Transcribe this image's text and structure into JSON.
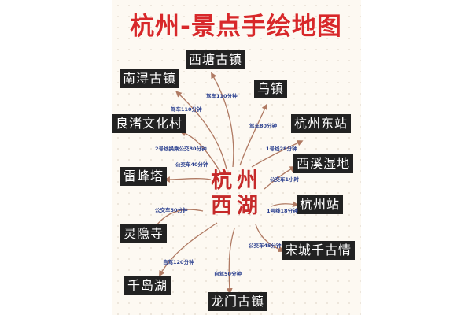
{
  "title": "杭州-景点手绘地图",
  "center": {
    "line1": "杭州",
    "line2": "西湖"
  },
  "colors": {
    "title": "#d8282a",
    "center": "#c62a2a",
    "node_bg": "#222222",
    "label": "#2a3f8f",
    "arrow": "#b07a63",
    "panel_bg": "#fdf9f2"
  },
  "nodes": [
    {
      "name": "西塘古镇",
      "route": "驾车110分钟"
    },
    {
      "name": "南浔古镇",
      "route": "驾车110分钟"
    },
    {
      "name": "乌镇",
      "route": "驾车80分钟"
    },
    {
      "name": "良渚文化村",
      "route": "2号线换乘公交80分钟"
    },
    {
      "name": "杭州东站",
      "route": "1号线28分钟"
    },
    {
      "name": "雷峰塔",
      "route": "公交车40分钟"
    },
    {
      "name": "西溪湿地",
      "route": "公交车1小时"
    },
    {
      "name": "杭州站",
      "route": "1号线18分钟"
    },
    {
      "name": "灵隐寺",
      "route": "公交车50分钟"
    },
    {
      "name": "宋城千古情",
      "route": "公交车45分钟"
    },
    {
      "name": "千岛湖",
      "route": "自驾120分钟"
    },
    {
      "name": "龙门古镇",
      "route": "自驾50分钟"
    }
  ]
}
